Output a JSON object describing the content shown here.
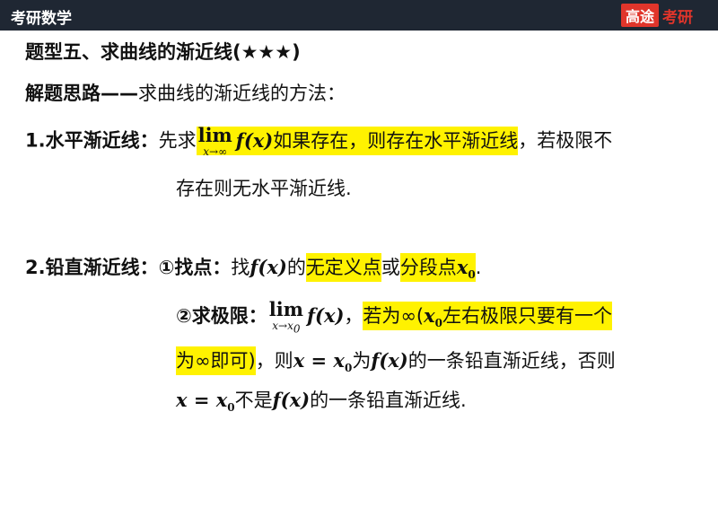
{
  "header": {
    "title": "考研数学",
    "brand_box": "高途",
    "brand_text": "考研"
  },
  "heading": "题型五、求曲线的渐近线(★★★)",
  "approach": {
    "label": "解题思路——",
    "text": "求曲线的渐近线的方法："
  },
  "horizontal": {
    "label": "1.水平渐近线：",
    "pre": "先求",
    "lim_word": "lim",
    "lim_sub": "x→∞",
    "func": "f(x)",
    "hl_text": "如果存在，则存在水平渐近线",
    "post": "，若极限不",
    "line2": "存在则无水平渐近线."
  },
  "vertical": {
    "label": "2.铅直渐近线：",
    "step1_label": "①找点：",
    "step1_pre": "找",
    "step1_func": "f(x)",
    "step1_mid": "的",
    "step1_hl1": "无定义点",
    "step1_or": "或",
    "step1_hl2_text": "分段点",
    "step1_hl2_var": "x",
    "step1_hl2_sub": "0",
    "step1_end": ".",
    "step2_label": "②求极限：",
    "lim_word": "lim",
    "lim_sub": "x→x",
    "lim_sub0": "0",
    "step2_func": "f(x)",
    "step2_comma": "，",
    "step2_hl_a": "若为∞(",
    "step2_hl_var": "x",
    "step2_hl_sub": "0",
    "step2_hl_b": "左右极限只要有一个",
    "line3_hl": "为∞即可)",
    "line3_a": "，则",
    "line3_eq": "x = x",
    "line3_eq_sub": "0",
    "line3_b": "为",
    "line3_func": "f(x)",
    "line3_c": "的一条铅直渐近线，否则",
    "line4_eq": "x = x",
    "line4_eq_sub": "0",
    "line4_a": "不是",
    "line4_func": "f(x)",
    "line4_b": "的一条铅直渐近线."
  }
}
